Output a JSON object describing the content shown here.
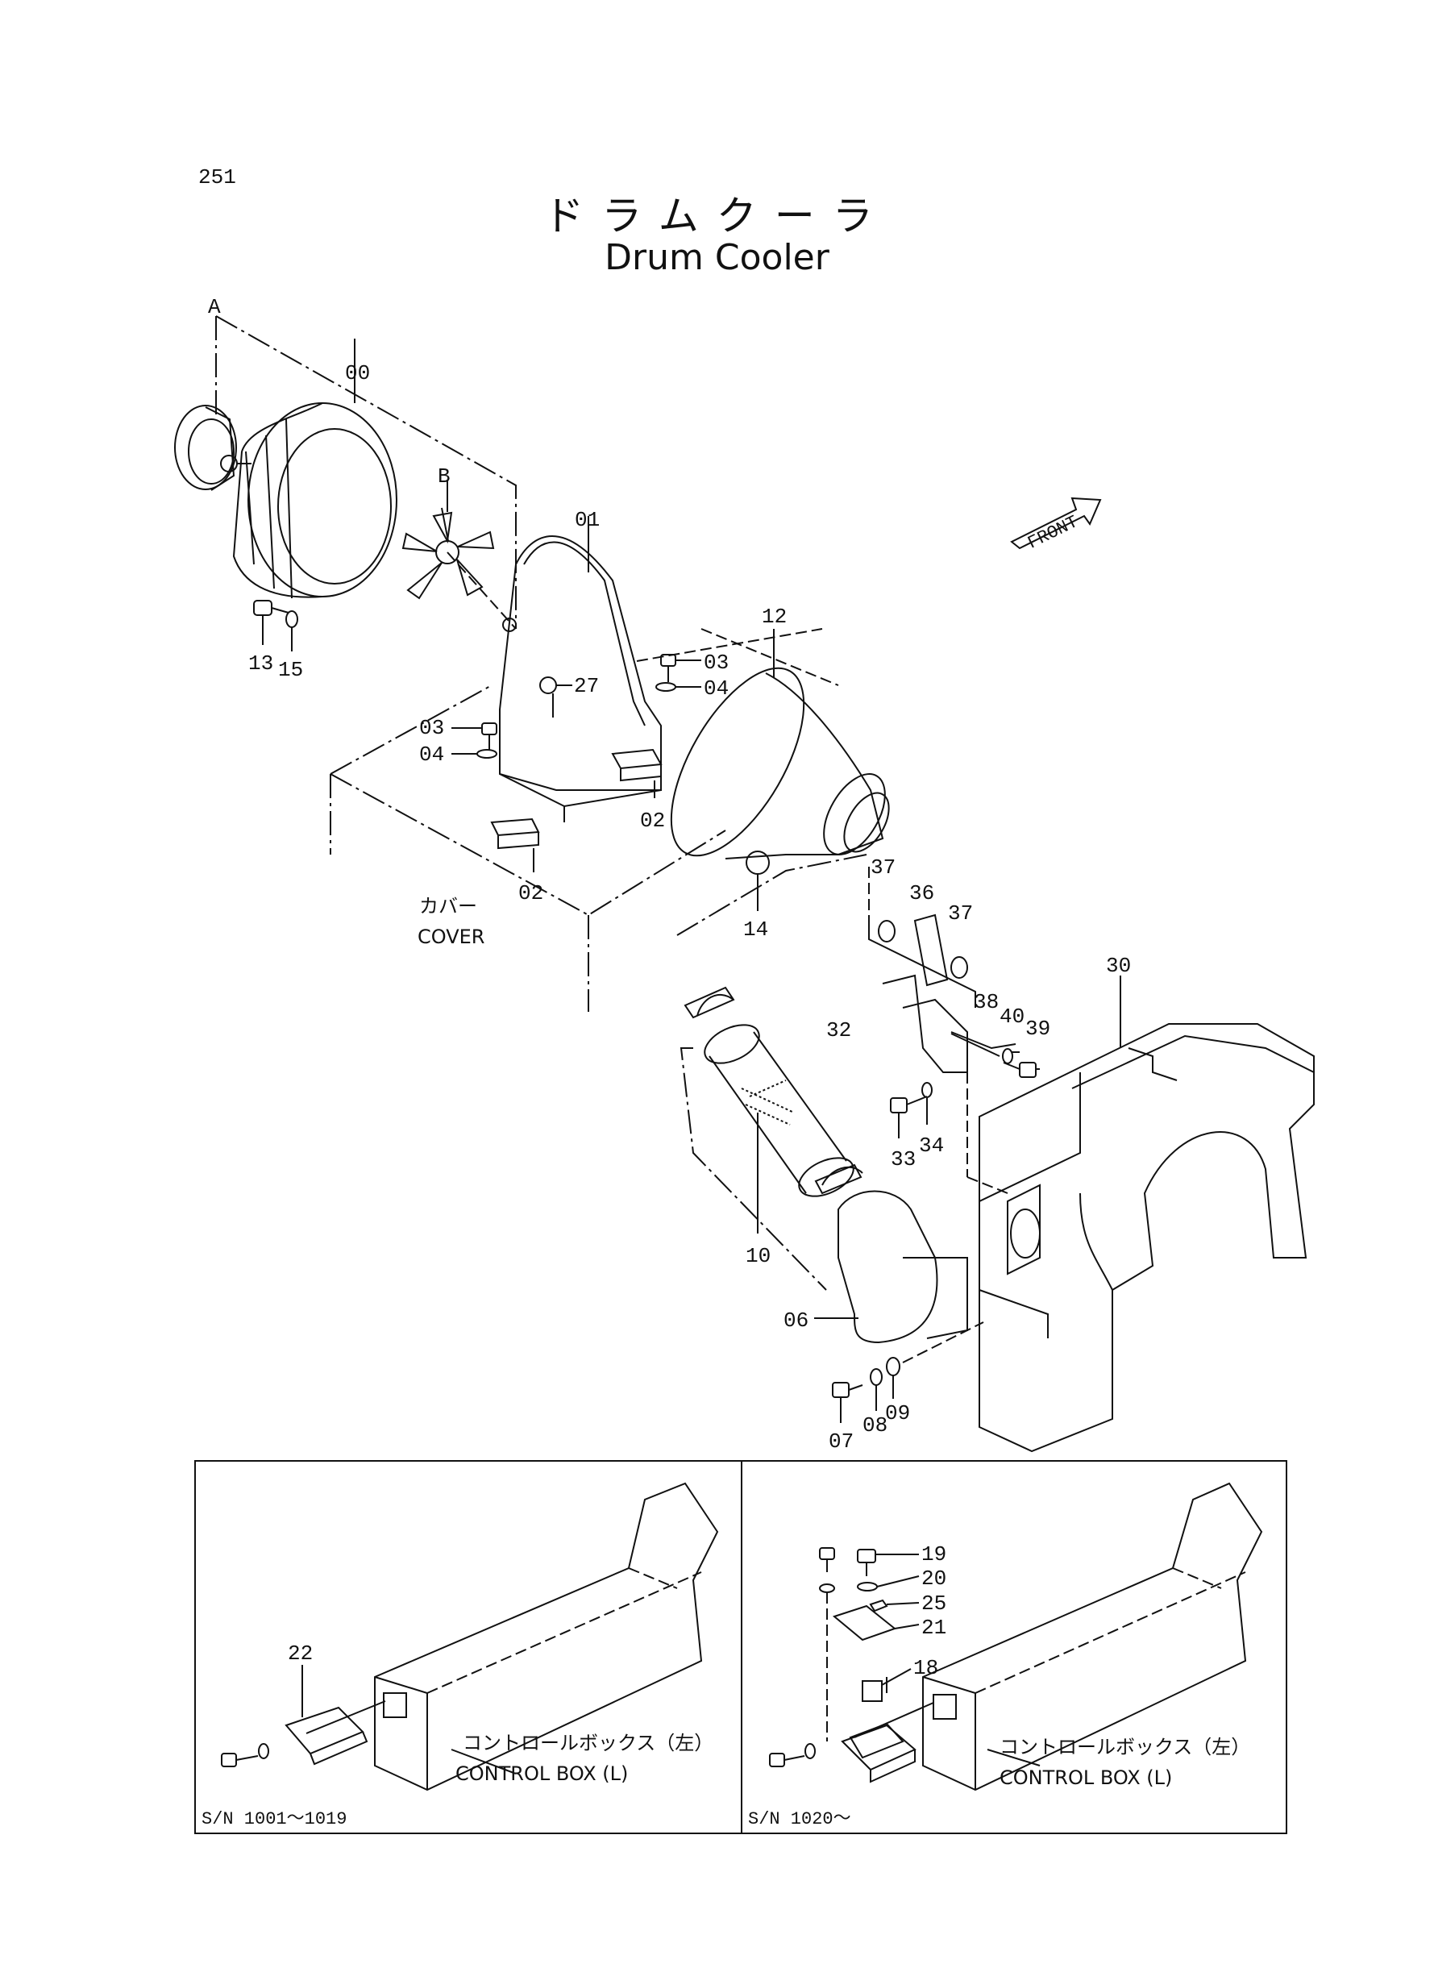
{
  "page_number": "251",
  "title_jp": "ドラムクーラ",
  "title_en": "Drum Cooler",
  "front_label": "FRONT",
  "callouts": {
    "A": "A",
    "B": "B",
    "c00": "00",
    "c01": "01",
    "c02a": "02",
    "c02b": "02",
    "c03a": "03",
    "c03b": "03",
    "c04a": "04",
    "c04b": "04",
    "c06": "06",
    "c07": "07",
    "c08": "08",
    "c09": "09",
    "c10": "10",
    "c12": "12",
    "c13": "13",
    "c14": "14",
    "c15": "15",
    "c27": "27",
    "c30": "30",
    "c32": "32",
    "c33": "33",
    "c34": "34",
    "c36": "36",
    "c37a": "37",
    "c37b": "37",
    "c38": "38",
    "c39": "39",
    "c40": "40",
    "c18": "18",
    "c19": "19",
    "c20": "20",
    "c21": "21",
    "c22": "22",
    "c25": "25"
  },
  "cover": {
    "jp": "カバー",
    "en": "COVER"
  },
  "inset_left": {
    "control_box_jp": "コントロールボックス（左）",
    "control_box_en": "CONTROL BOX (L)",
    "serial": "S/N 1001～1019"
  },
  "inset_right": {
    "control_box_jp": "コントロールボックス（左）",
    "control_box_en": "CONTROL BOX (L)",
    "serial": "S/N 1020～"
  }
}
